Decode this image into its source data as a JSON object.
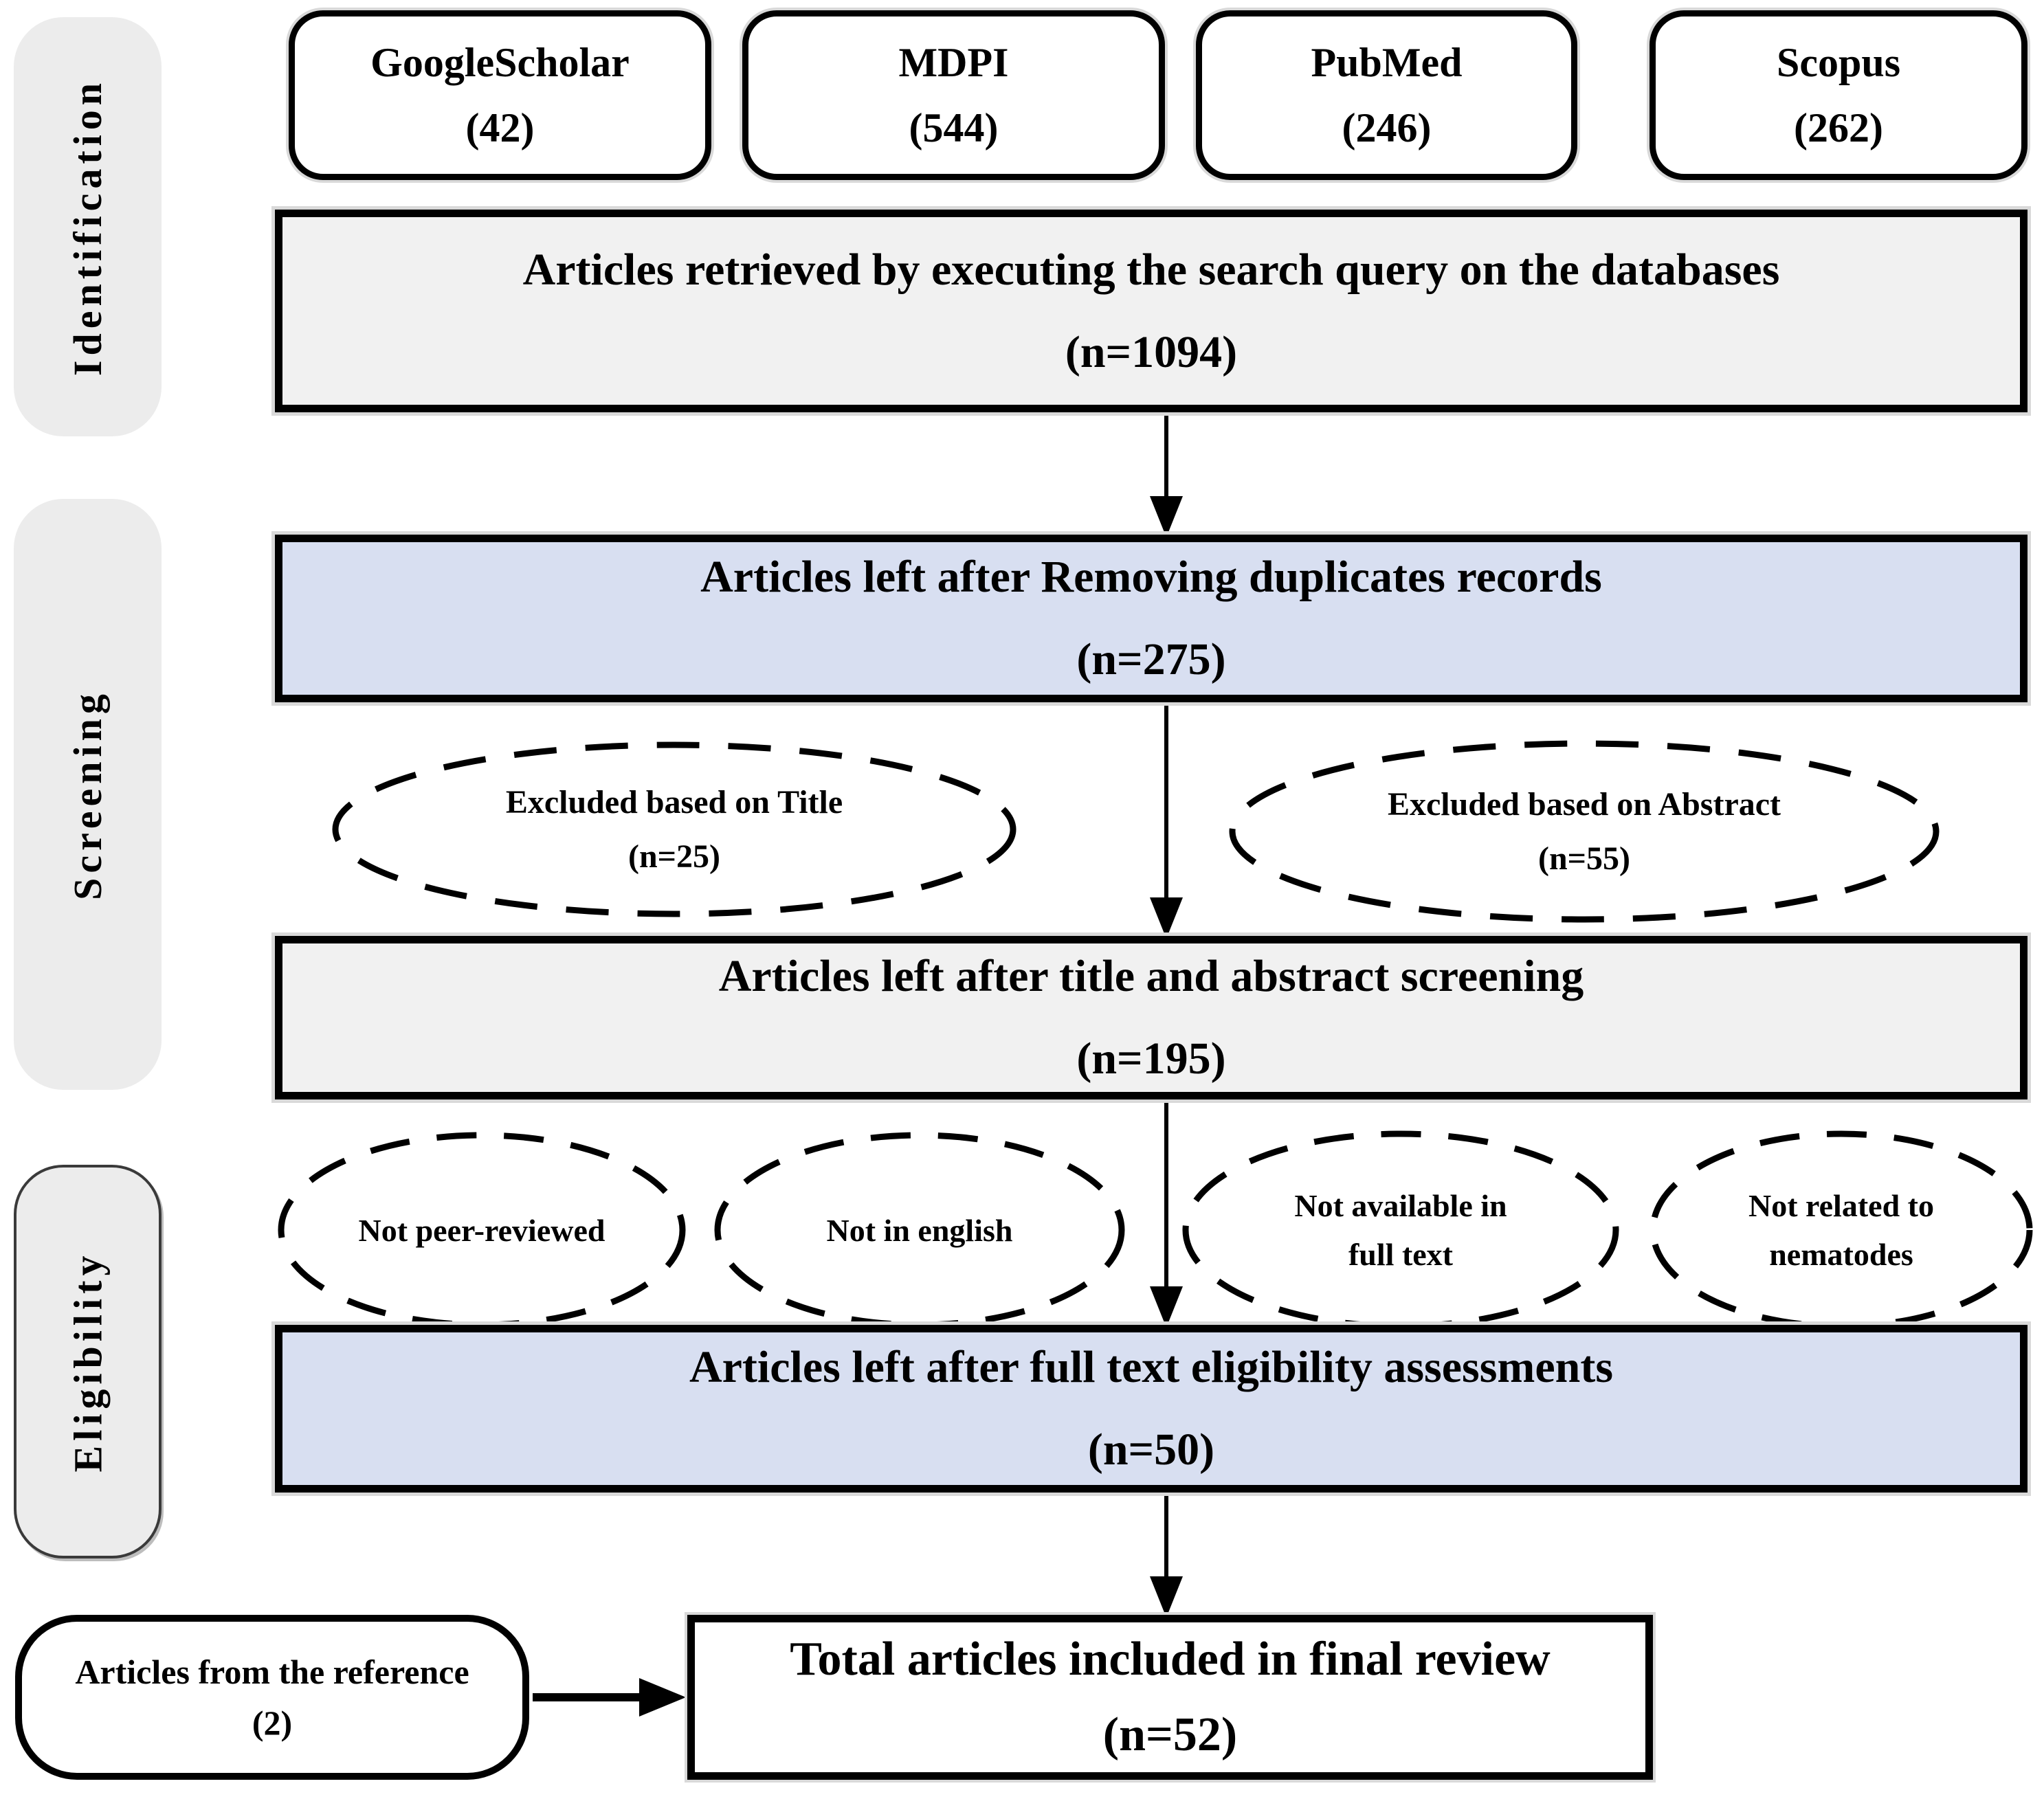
{
  "colors": {
    "box_gray": "#f1f1f1",
    "box_blue": "#d8dff1",
    "sidebar_gray": "#ececec",
    "border_black": "#000000",
    "background": "#ffffff"
  },
  "stages": [
    {
      "label": "Identification"
    },
    {
      "label": "Screening"
    },
    {
      "label": "Eligibility"
    }
  ],
  "sources": [
    {
      "name": "GoogleScholar",
      "count": "(42)"
    },
    {
      "name": "MDPI",
      "count": "(544)"
    },
    {
      "name": "PubMed",
      "count": "(246)"
    },
    {
      "name": "Scopus",
      "count": "(262)"
    }
  ],
  "flow": {
    "retrieved": {
      "text": "Articles retrieved by executing the search query on the databases",
      "n": "(n=1094)"
    },
    "deduplicated": {
      "text": "Articles left after Removing duplicates records",
      "n": "(n=275)"
    },
    "title_abstract": {
      "text": "Articles left after title and abstract screening",
      "n": "(n=195)"
    },
    "full_text": {
      "text": "Articles left after full text eligibility assessments",
      "n": "(n=50)"
    },
    "final": {
      "text": "Total articles included in final review",
      "n": "(n=52)"
    },
    "reference": {
      "text": "Articles from the reference",
      "n": "(2)"
    }
  },
  "exclusions": {
    "by_title": {
      "line1": "Excluded based on Title",
      "line2": "(n=25)"
    },
    "by_abstract": {
      "line1": "Excluded based on Abstract",
      "line2": "(n=55)"
    },
    "not_peer_reviewed": {
      "line1": "Not peer-reviewed"
    },
    "not_in_english": {
      "line1": "Not in english"
    },
    "not_full_text": {
      "line1": "Not available in",
      "line2": "full text"
    },
    "not_nematodes": {
      "line1": "Not related to",
      "line2": "nematodes"
    }
  }
}
